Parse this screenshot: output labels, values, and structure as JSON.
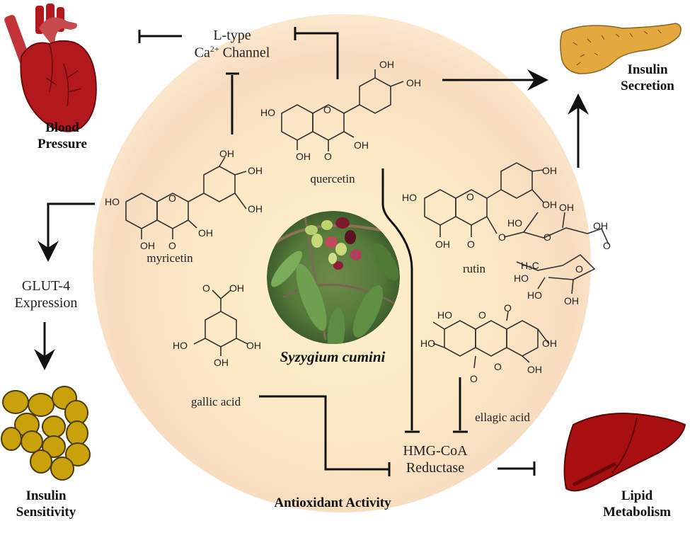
{
  "title": "Syzygium cumini",
  "center": {
    "species_label": "Syzygium cumini",
    "photo": "syzygium-cumini-fruit-photo",
    "background_color": "#fbe9c8"
  },
  "targets": {
    "ca_channel_line1": "L-type",
    "ca_channel_line2_a": "Ca",
    "ca_channel_line2_sup": "2+",
    "ca_channel_line2_b": " Channel",
    "glut4_line1": "GLUT-4",
    "glut4_line2": "Expression",
    "hmgcoa_line1": "HMG-CoA",
    "hmgcoa_line2": "Reductase"
  },
  "outcomes": {
    "blood_pressure": [
      "Blood",
      "Pressure"
    ],
    "insulin_secretion": [
      "Insulin",
      "Secretion"
    ],
    "insulin_sensitivity": [
      "Insulin",
      "Sensitivity"
    ],
    "lipid_metabolism": [
      "Lipid",
      "Metabolism"
    ],
    "antioxidant": "Antioxidant Activity"
  },
  "compounds": {
    "quercetin": "quercetin",
    "myricetin": "myricetin",
    "rutin": "rutin",
    "gallic_acid": "gallic acid",
    "ellagic_acid": "ellagic acid"
  },
  "atoms": {
    "OH": "OH",
    "HO": "HO",
    "O": "O",
    "H3C": "H₃C"
  },
  "relations": [
    {
      "from": "L-type Ca2+ Channel",
      "to": "Blood Pressure",
      "type": "inhibit"
    },
    {
      "from": "quercetin",
      "to": "L-type Ca2+ Channel",
      "type": "inhibit"
    },
    {
      "from": "myricetin",
      "to": "L-type Ca2+ Channel",
      "type": "inhibit"
    },
    {
      "from": "quercetin",
      "to": "Insulin Secretion",
      "type": "activate"
    },
    {
      "from": "rutin",
      "to": "Insulin Secretion",
      "type": "activate"
    },
    {
      "from": "myricetin",
      "to": "GLUT-4 Expression",
      "type": "activate"
    },
    {
      "from": "GLUT-4 Expression",
      "to": "Insulin Sensitivity",
      "type": "activate"
    },
    {
      "from": "quercetin",
      "to": "HMG-CoA Reductase",
      "type": "inhibit"
    },
    {
      "from": "ellagic acid",
      "to": "HMG-CoA Reductase",
      "type": "inhibit"
    },
    {
      "from": "gallic acid",
      "to": "HMG-CoA Reductase",
      "type": "inhibit"
    },
    {
      "from": "HMG-CoA Reductase",
      "to": "Lipid Metabolism",
      "type": "inhibit"
    }
  ],
  "colors": {
    "heart": "#b3191c",
    "pancreas": "#e3a93f",
    "fat_cells": "#c9a10a",
    "liver": "#a80f10",
    "arrow": "#111111"
  }
}
